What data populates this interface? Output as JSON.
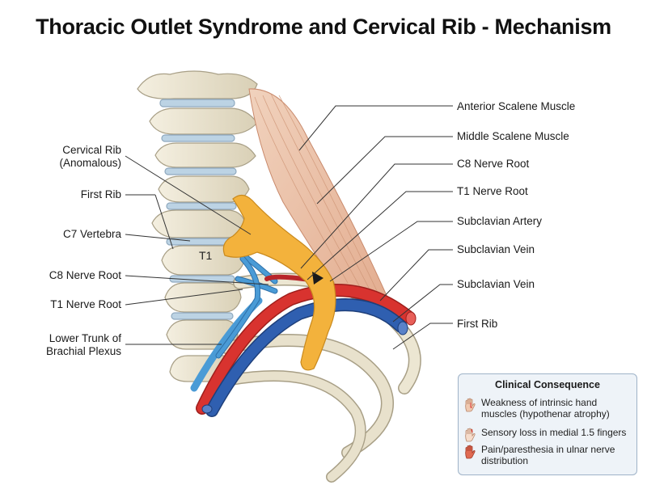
{
  "title": "Thoracic Outlet Syndrome and Cervical Rib - Mechanism",
  "vertebra_label": "T1",
  "labels_left": {
    "cervical_rib_line1": "Cervical Rib",
    "cervical_rib_line2": "(Anomalous)",
    "first_rib": "First Rib",
    "c7_vertebra": "C7 Vertebra",
    "c8_nerve_root": "C8 Nerve Root",
    "t1_nerve_root": "T1 Nerve Root",
    "lower_trunk_line1": "Lower Trunk of",
    "lower_trunk_line2": "Brachial Plexus"
  },
  "labels_right": {
    "anterior_scalene": "Anterior Scalene Muscle",
    "middle_scalene": "Middle Scalene Muscle",
    "c8_nerve_root": "C8 Nerve Root",
    "t1_nerve_root": "T1 Nerve Root",
    "subclavian_artery": "Subclavian Artery",
    "subclavian_vein_1": "Subclavian Vein",
    "subclavian_vein_2": "Subclavian Vein",
    "first_rib": "First Rib"
  },
  "clinical": {
    "title": "Clinical Consequence",
    "items": [
      {
        "text": "Weakness of intrinsic hand muscles (hypothenar atrophy)",
        "icon": "hand-icon"
      },
      {
        "text": "Sensory loss in medial 1.5 fingers",
        "icon": "hand-icon"
      },
      {
        "text": "Pain/paresthesia in ulnar nerve distribution",
        "icon": "hand-icon"
      }
    ]
  },
  "colors": {
    "bone": "#e8e1cc",
    "disc": "#bcd3e4",
    "cervical_rib": "#f3b23c",
    "muscle": "#ecc2a8",
    "artery": "#d8332f",
    "vein": "#2f5fb0",
    "nerve": "#4a9bd6",
    "box_bg": "#eef3f8"
  }
}
